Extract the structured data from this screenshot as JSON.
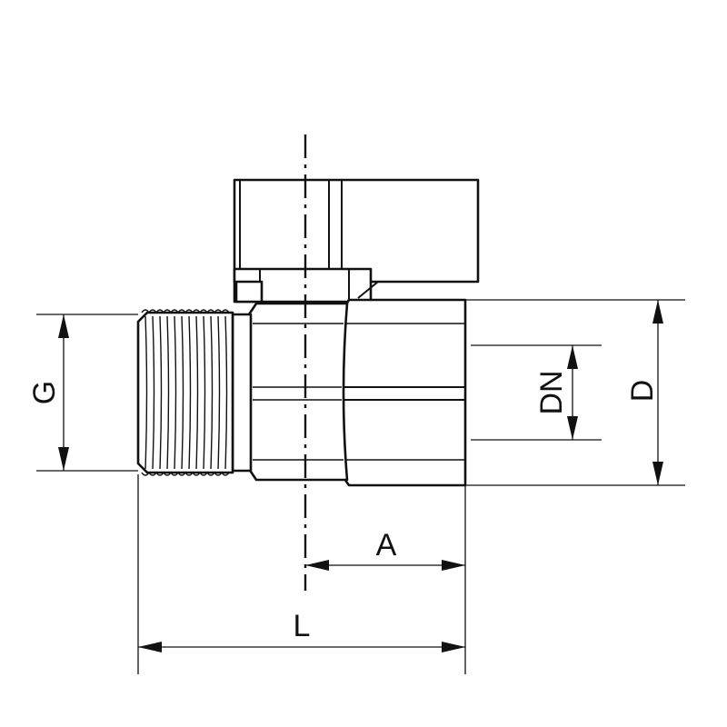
{
  "diagram": {
    "labels": {
      "g": "G",
      "dn": "DN",
      "d": "D",
      "a": "A",
      "l": "L"
    },
    "colors": {
      "line": "#111111",
      "background": "#ffffff"
    }
  }
}
